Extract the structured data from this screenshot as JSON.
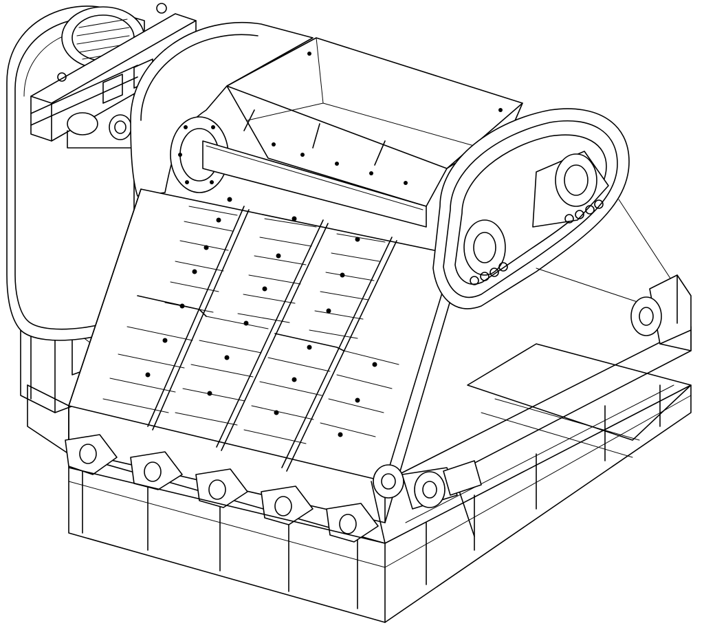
{
  "drawing": {
    "background": "#ffffff",
    "line_color": "#000000",
    "style": "isometric line drawing",
    "subject_parts": [
      "feed-hopper",
      "left-drive-motor-and-belt",
      "right-belt-drive",
      "stepped-screen-deck",
      "support-frame",
      "spring-mount-brackets",
      "bearing-housings"
    ]
  }
}
